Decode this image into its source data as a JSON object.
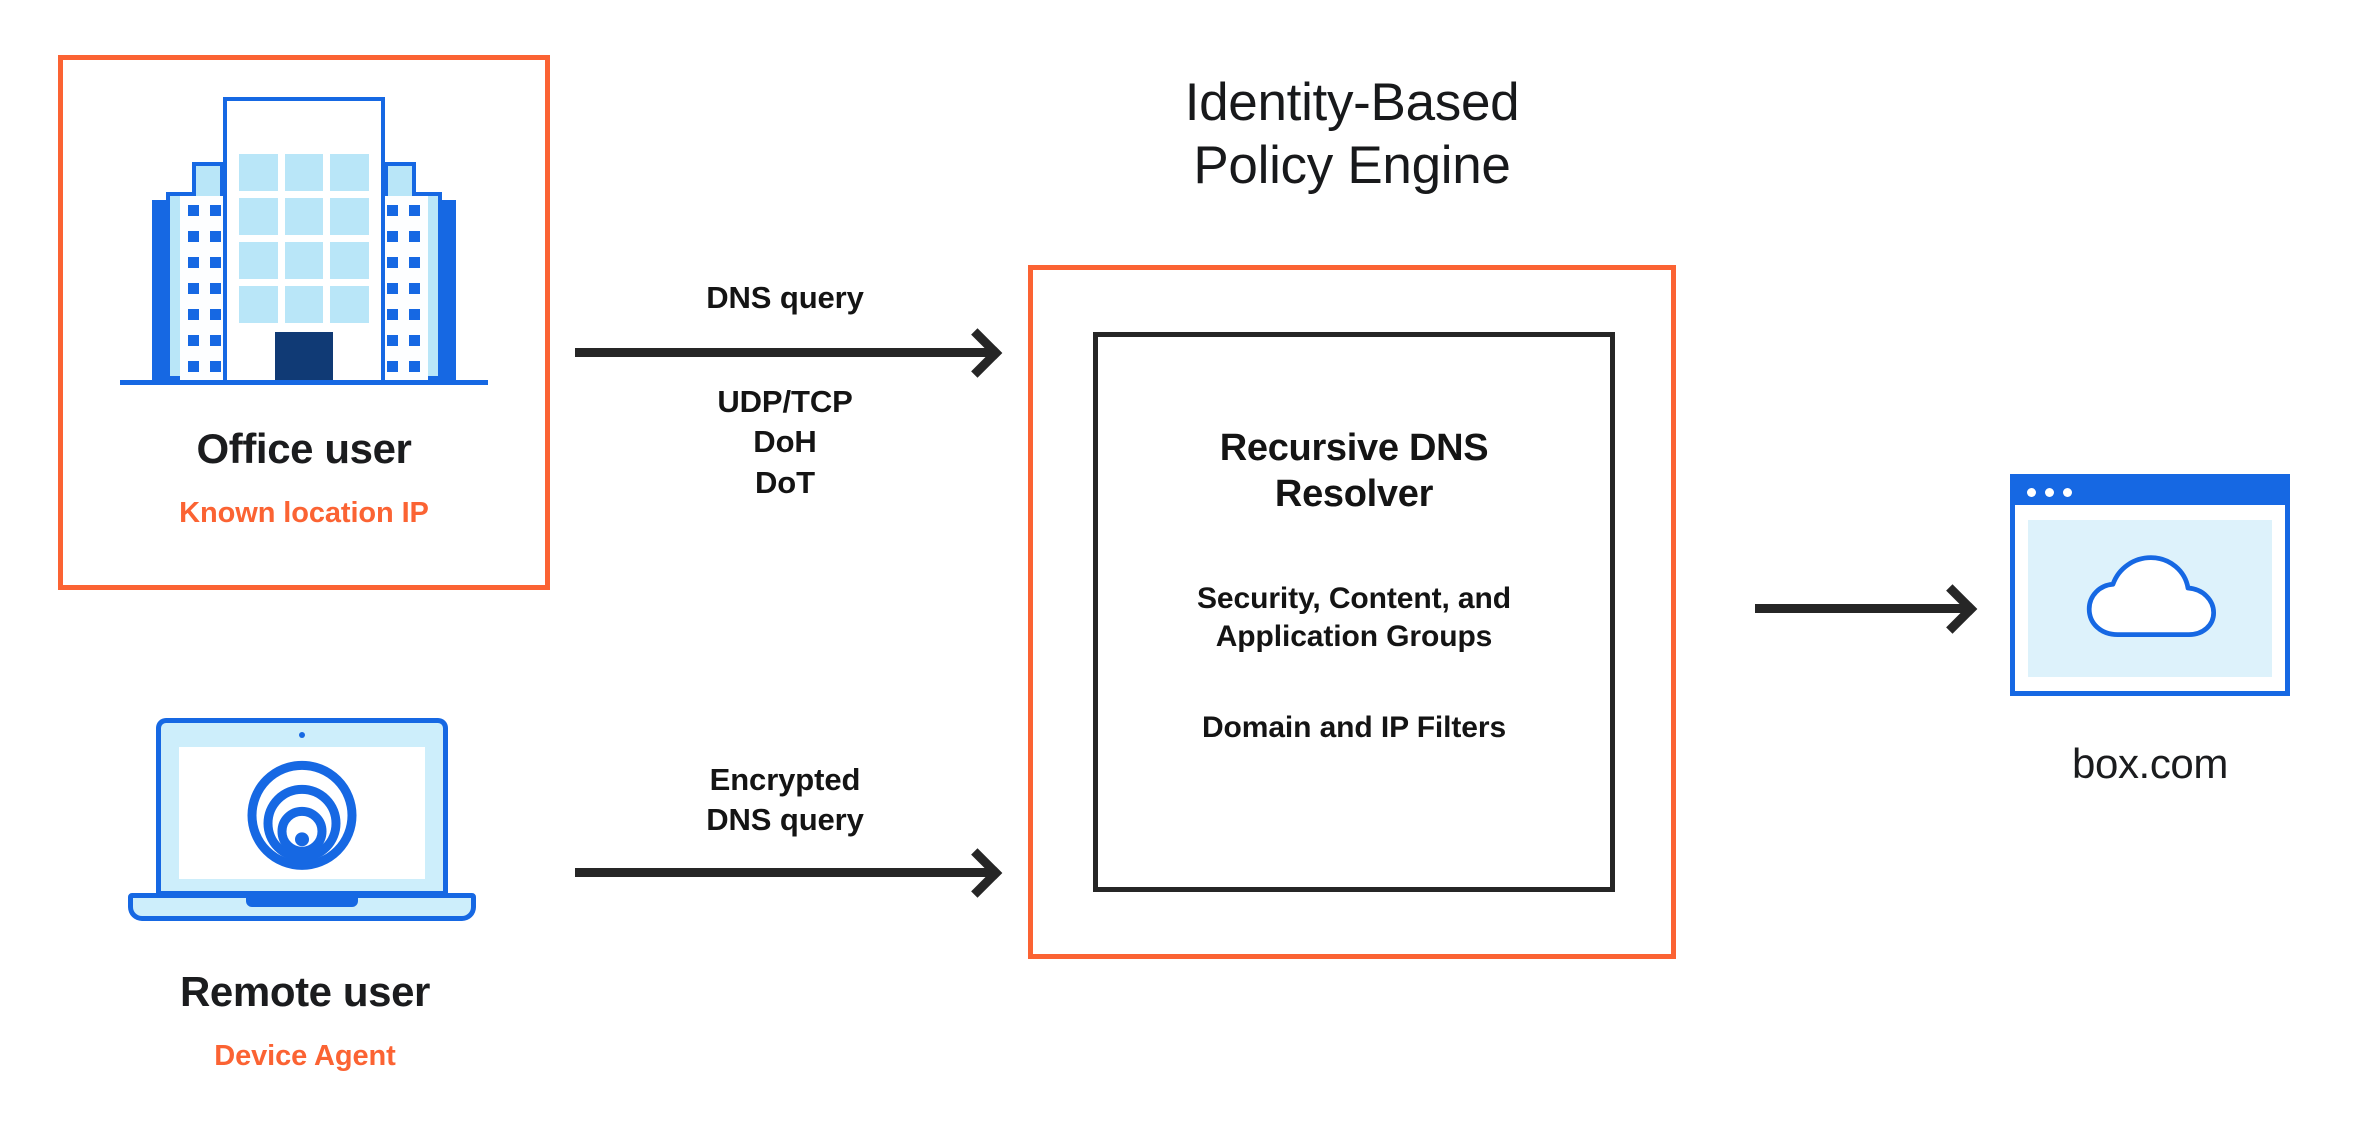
{
  "diagram": {
    "title": "Identity-Based Policy Engine",
    "accent_orange": "#fb6333",
    "accent_blue": "#1668e3",
    "text_dark": "#1b1c1e"
  },
  "engine": {
    "title_line_1": "Identity-Based",
    "title_line_2": "Policy Engine",
    "resolver": {
      "heading_line_1": "Recursive DNS",
      "heading_line_2": "Resolver",
      "detail_line_1": "Security, Content, and",
      "detail_line_2": "Application Groups",
      "detail_line_3": "Domain and IP Filters"
    }
  },
  "nodes": {
    "office": {
      "title": "Office user",
      "subtitle": "Known location IP",
      "icon": "office-building-icon"
    },
    "remote": {
      "title": "Remote user",
      "subtitle": "Device Agent",
      "icon": "laptop-wifi-icon"
    },
    "destination": {
      "label": "box.com",
      "icon": "browser-window-cloud-icon"
    }
  },
  "flows": [
    {
      "id": "office-to-engine",
      "label_above": "DNS query",
      "label_below_1": "UDP/TCP",
      "label_below_2": "DoH",
      "label_below_3": "DoT"
    },
    {
      "id": "remote-to-engine",
      "label_line_1": "Encrypted",
      "label_line_2": "DNS query"
    },
    {
      "id": "engine-to-destination",
      "label": ""
    }
  ]
}
